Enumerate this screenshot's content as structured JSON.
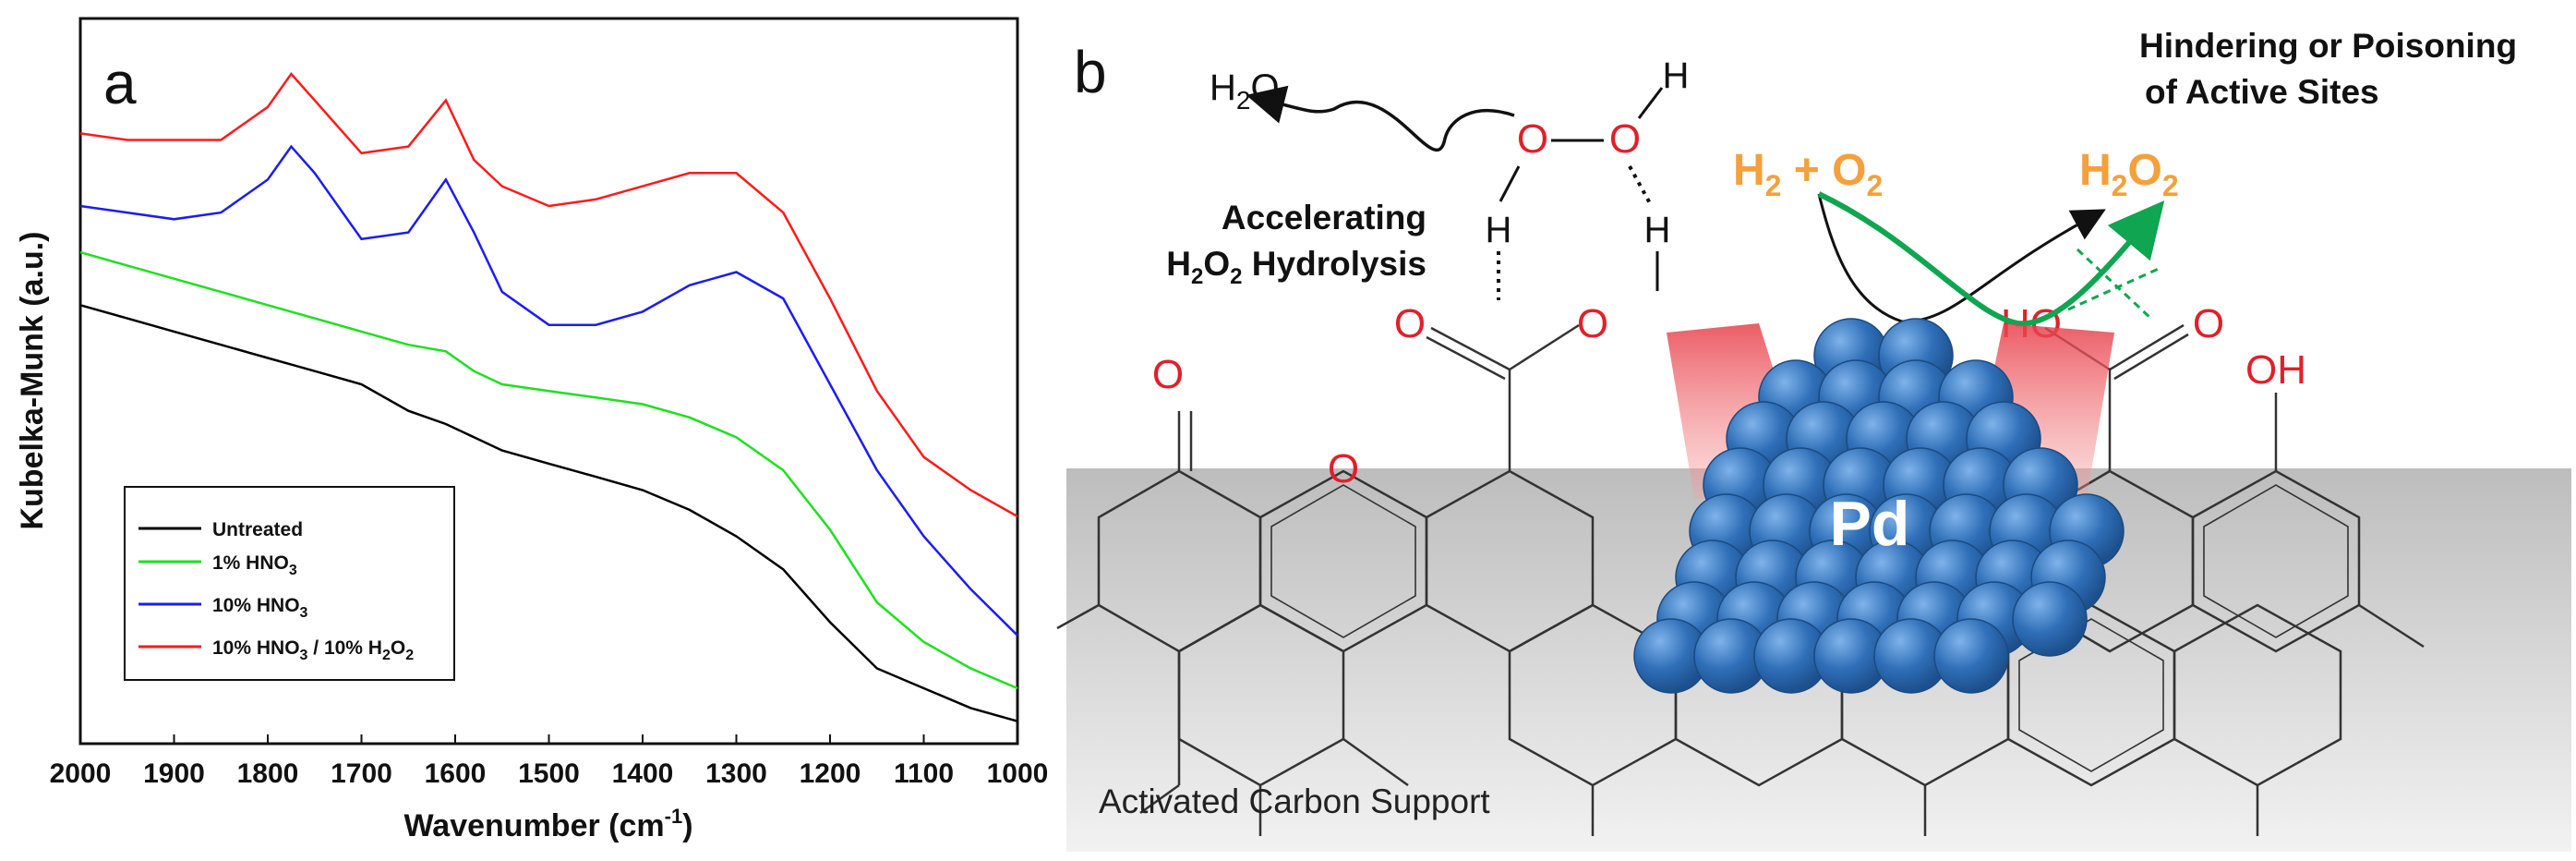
{
  "panel_a": {
    "label": "a",
    "xlabel": "Wavenumber (cm",
    "xlabel_sup": "-1",
    "xlabel_end": ")",
    "ylabel": "Kubelka-Munk (a.u.)",
    "x_ticks": [
      "2000",
      "1900",
      "1800",
      "1700",
      "1600",
      "1500",
      "1400",
      "1300",
      "1200",
      "1100",
      "1000"
    ],
    "legend": [
      {
        "text": "Untreated",
        "color": "#000000"
      },
      {
        "text": "1% HNO",
        "sub": "3",
        "color": "#1ee01e"
      },
      {
        "text": "10% HNO",
        "sub": "3",
        "color": "#1c1cf0"
      },
      {
        "text": "10% HNO",
        "sub": "3",
        "text2": " / 10% H",
        "sub2": "2",
        "text3": "O",
        "sub3": "2",
        "color": "#ff1a1a"
      }
    ]
  },
  "chart_data": {
    "type": "line",
    "title": "",
    "xlabel": "Wavenumber (cm-1)",
    "ylabel": "Kubelka-Munk (a.u.)",
    "xlim": [
      2000,
      1000
    ],
    "ylim": [
      0,
      100
    ],
    "x_reversed": true,
    "y_tick_labels": false,
    "grid": false,
    "legend_position": "bottom-left",
    "x": [
      2000,
      1950,
      1900,
      1850,
      1800,
      1775,
      1750,
      1700,
      1650,
      1610,
      1580,
      1550,
      1500,
      1450,
      1400,
      1350,
      1300,
      1250,
      1200,
      1150,
      1100,
      1050,
      1000
    ],
    "series": [
      {
        "name": "Untreated",
        "color": "#000000",
        "values": [
          65,
          63,
          61,
          59,
          57,
          56,
          55,
          53,
          49,
          47,
          45,
          43,
          41,
          39,
          37,
          34,
          30,
          25,
          17,
          10,
          7,
          4,
          2
        ]
      },
      {
        "name": "1% HNO3",
        "color": "#1ee01e",
        "values": [
          73,
          71,
          69,
          67,
          65,
          64,
          63,
          61,
          59,
          58,
          55,
          53,
          52,
          51,
          50,
          48,
          45,
          40,
          31,
          20,
          14,
          10,
          7
        ]
      },
      {
        "name": "10% HNO3",
        "color": "#1c1cf0",
        "values": [
          80,
          79,
          78,
          79,
          84,
          89,
          85,
          75,
          76,
          84,
          76,
          67,
          62,
          62,
          64,
          68,
          70,
          66,
          53,
          40,
          30,
          22,
          15
        ]
      },
      {
        "name": "10% HNO3 / 10% H2O2",
        "color": "#ff1a1a",
        "values": [
          91,
          90,
          90,
          90,
          95,
          100,
          96,
          88,
          89,
          96,
          87,
          83,
          80,
          81,
          83,
          85,
          85,
          79,
          66,
          52,
          42,
          37,
          33
        ]
      }
    ]
  },
  "panel_b": {
    "label": "b",
    "h2o_a": "H",
    "h2o_sub": "2",
    "h2o_b": "O",
    "accelerating_1": "Accelerating",
    "accelerating_2a": "H",
    "accelerating_2sub": "2",
    "accelerating_2b": "O",
    "accelerating_2sub2": "2",
    "accelerating_2c": " Hydrolysis",
    "hindering_1": "Hindering or Poisoning",
    "hindering_2": "of Active Sites",
    "reactant_a": "H",
    "reactant_sub": "2",
    "reactant_b": " + O",
    "reactant_sub2": "2",
    "product_a": "H",
    "product_sub": "2",
    "product_b": "O",
    "product_sub2": "2",
    "atom_O": "O",
    "atom_H": "H",
    "atom_HO": "HO",
    "atom_OH": "OH",
    "metal": "Pd",
    "support": "Activated Carbon Support",
    "colors": {
      "heteroatom": "#e0202a",
      "reaction": "#f5a03a",
      "arrow": "#10a550",
      "sphere": "#2d6db5",
      "support_gray": "#cfcfcf"
    }
  }
}
